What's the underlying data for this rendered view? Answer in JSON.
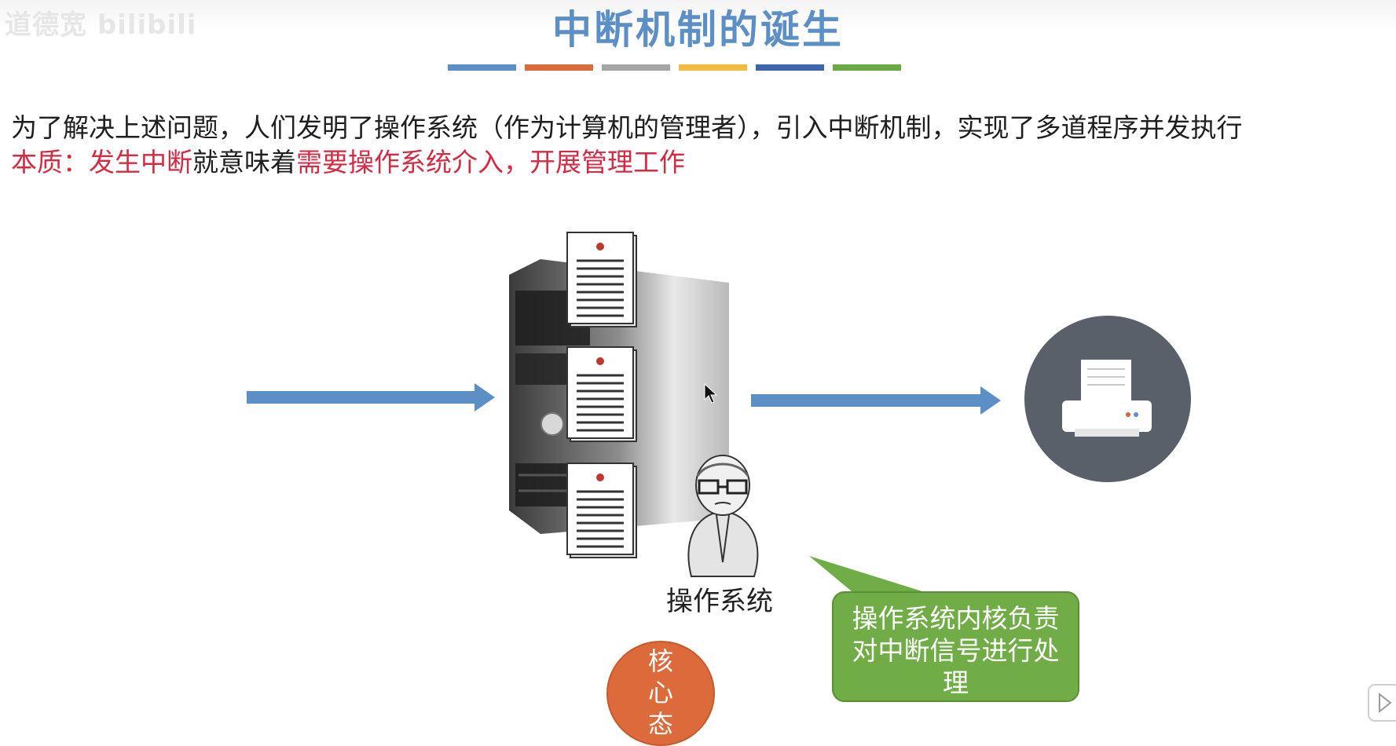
{
  "watermark": "道德宽 bilibili",
  "slide": {
    "title": "中断机制的诞生",
    "title_bar_colors": [
      "#5b8fc6",
      "#dd6a3a",
      "#a5a5a5",
      "#f2bb3d",
      "#3f65ac",
      "#6aaa46"
    ]
  },
  "text": {
    "line1": "为了解决上述问题，人们发明了操作系统（作为计算机的管理者），引入中断机制，实现了多道程序并发执行",
    "line2_part1": "本质：发生中断",
    "line2_part2": "就意味着",
    "line2_part3": "需要操作系统介入，开展管理工作"
  },
  "diagram": {
    "os_label": "操作系统",
    "callout_text": "操作系统内核负责对中断信号进行处理",
    "kernel_mode_chars": [
      "核",
      "心",
      "态"
    ],
    "icons": {
      "server": "server-tower-icon",
      "documents": "program-document-icon",
      "person": "os-person-icon",
      "printer": "printer-icon"
    }
  },
  "colors": {
    "arrow": "#5b8fc6",
    "highlight_red": "#d42a43",
    "callout_green": "#70ad47",
    "kernel_orange": "#dc6a3a",
    "printer_circle": "#5a6069"
  }
}
